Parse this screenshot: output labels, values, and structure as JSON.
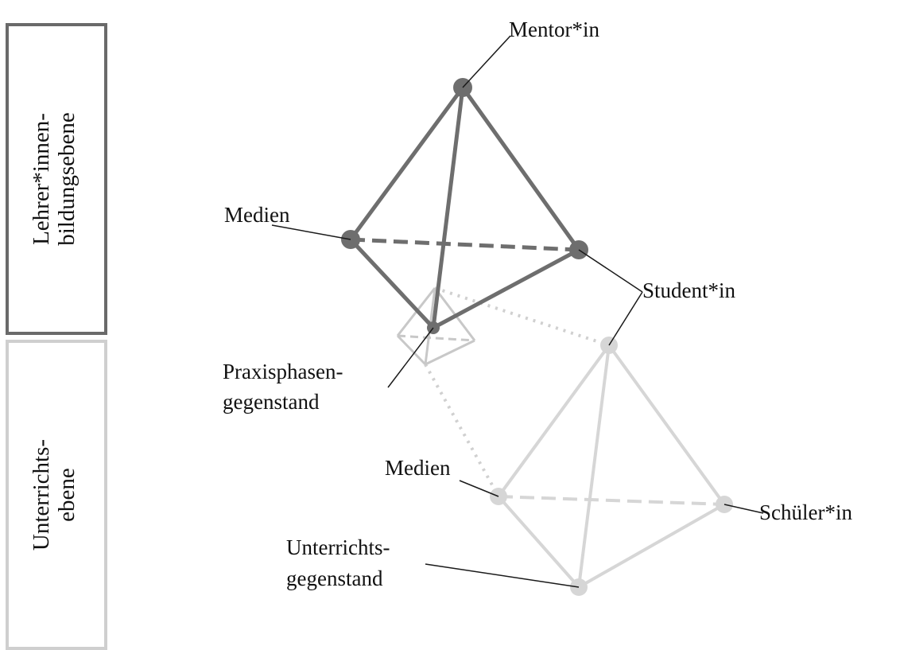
{
  "levels": {
    "upper": {
      "line1": "Lehrer*innen-",
      "line2": "bildungsebene"
    },
    "lower": {
      "line1": "Unterrichts-",
      "line2": "ebene"
    }
  },
  "labels": {
    "mentor": "Mentor*in",
    "medien_upper": "Medien",
    "student": "Student*in",
    "praxis_line1": "Praxisphasen-",
    "praxis_line2": "gegenstand",
    "medien_lower": "Medien",
    "schueler": "Schüler*in",
    "unterricht_line1": "Unterrichts-",
    "unterricht_line2": "gegenstand"
  },
  "colors": {
    "upper_tetrahedron": "#6e6e6e",
    "lower_tetrahedron": "#d6d6d6",
    "small_tetrahedron": "#c8c8c8",
    "upper_box_border": "#6a6a6a",
    "lower_box_border": "#cfcfcf",
    "leader_lines": "#1a1a1a"
  }
}
